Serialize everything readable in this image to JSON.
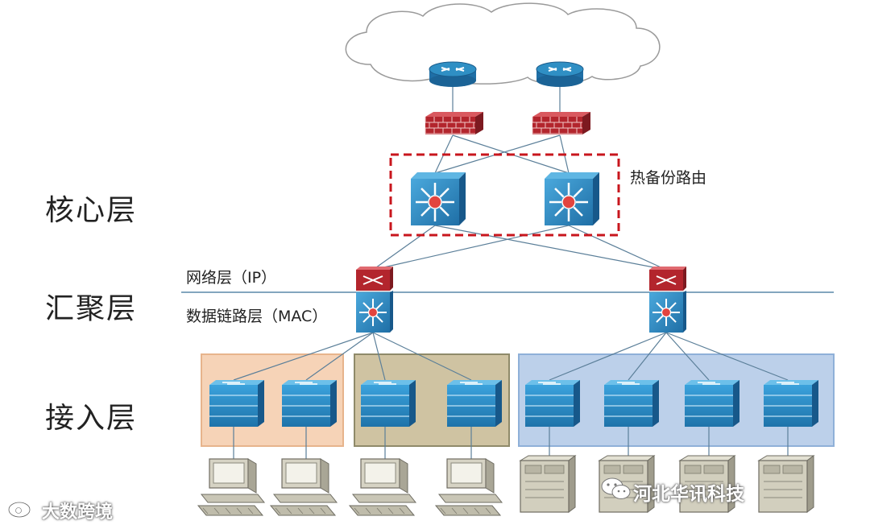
{
  "labels": {
    "core": "核心层",
    "aggregation": "汇聚层",
    "access": "接入层",
    "hot_standby": "热备份路由",
    "network_layer": "网络层（IP）",
    "datalink_layer": "数据链路层（MAC）"
  },
  "watermarks": {
    "left": "大数跨境",
    "right": "河北华讯科技"
  },
  "colors": {
    "router_blue": "#2f8fc4",
    "firewall_red": "#b3252d",
    "core_switch_blue": "#2a86c1",
    "access_switch_blue": "#2e90cf",
    "hsrp_dash_red": "#c8161d",
    "group_orange": "#f6d3b7",
    "group_olive": "#cfc3a2",
    "group_blue": "#bcd0ea",
    "divider_line": "#5a88a8"
  },
  "nodes": {
    "routers": [
      "router-1",
      "router-2"
    ],
    "firewalls": [
      "firewall-1",
      "firewall-2"
    ],
    "core_switches": [
      "core-switch-1",
      "core-switch-2"
    ],
    "aggregation_switches": [
      "aggregation-switch-1",
      "aggregation-switch-2"
    ],
    "access_switches": [
      "access-switch-1",
      "access-switch-2",
      "access-switch-3",
      "access-switch-4",
      "access-switch-5",
      "access-switch-6",
      "access-switch-7",
      "access-switch-8"
    ],
    "endpoints": [
      "pc",
      "pc",
      "pc",
      "pc",
      "server",
      "server",
      "server",
      "server"
    ]
  }
}
